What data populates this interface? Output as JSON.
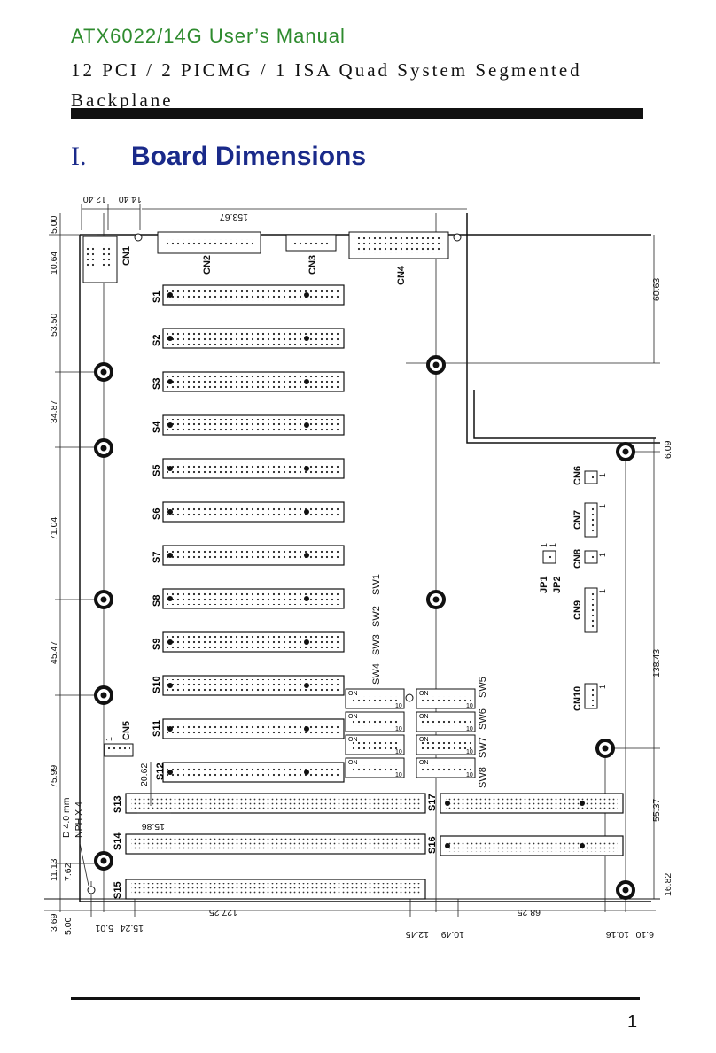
{
  "header": {
    "manual_title": "ATX6022/14G User’s Manual",
    "subtitle": "12 PCI / 2 PICMG / 1 ISA Quad System Segmented Backplane"
  },
  "section": {
    "number": "I.",
    "title": "Board Dimensions"
  },
  "connectors": {
    "cn1": "CN1",
    "cn2": "CN2",
    "cn3": "CN3",
    "cn4": "CN4",
    "cn5": "CN5",
    "cn6": "CN6",
    "cn7": "CN7",
    "cn8": "CN8",
    "cn9": "CN9",
    "cn10": "CN10",
    "jp1": "JP1",
    "jp2": "JP2",
    "pin1": "1"
  },
  "slots": [
    "S1",
    "S2",
    "S3",
    "S4",
    "S5",
    "S6",
    "S7",
    "S8",
    "S9",
    "S10",
    "S11",
    "S12"
  ],
  "bottom_slots": [
    "S13",
    "S14",
    "S15"
  ],
  "picmg_slots": [
    "S16",
    "S17"
  ],
  "switches": {
    "top_labels": [
      "SW1",
      "SW2",
      "SW3",
      "SW4"
    ],
    "right_labels": [
      "SW5",
      "SW6",
      "SW7",
      "SW8"
    ],
    "on": "ON",
    "ten": "10",
    "one": "1"
  },
  "dimensions": {
    "top": [
      "14.40",
      "12.40",
      "153.67"
    ],
    "left": [
      "5.00",
      "10.64",
      "53.50",
      "34.87",
      "71.04",
      "45.47",
      "75.99",
      "11.13",
      "7.62",
      "3.69",
      "5.00"
    ],
    "right": [
      "60.63",
      "6.09",
      "138.43",
      "55.37",
      "16.82"
    ],
    "bottom": [
      "5.01",
      "15.24",
      "127.25",
      "12.45",
      "10.49",
      "68.25",
      "10.16",
      "6.10"
    ],
    "inner": [
      "20.62",
      "15.86"
    ],
    "hole_note": "D 4.0 mm",
    "hole_note2": "NPH X 4"
  },
  "footer": {
    "page_number": "1"
  }
}
